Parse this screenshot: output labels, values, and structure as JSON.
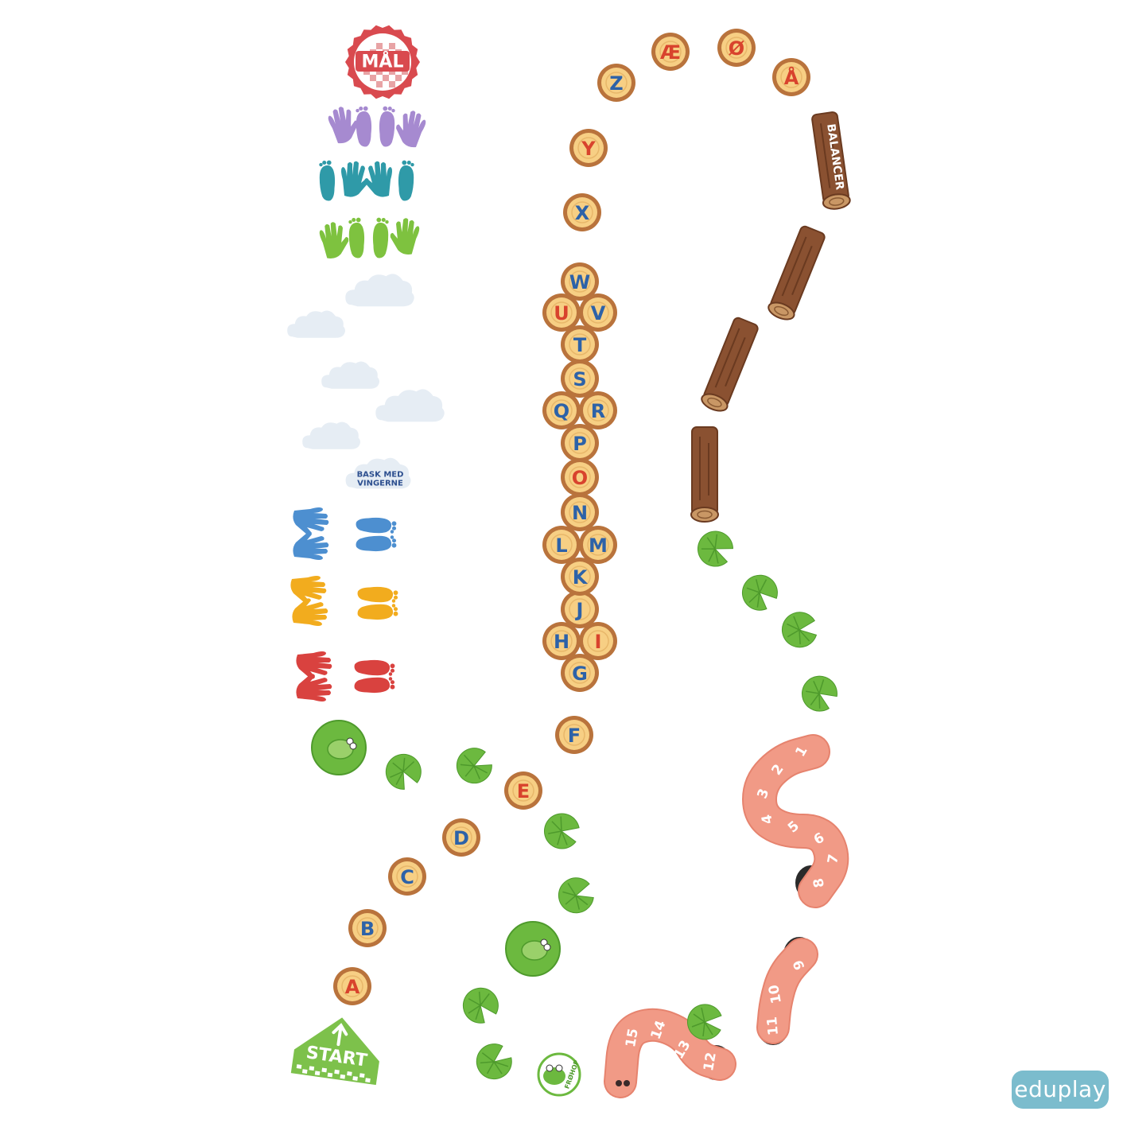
{
  "colors": {
    "stump_fill": "#f7cf84",
    "stump_ring": "#b9733c",
    "letter_blue": "#2d62a8",
    "letter_red": "#d8432d",
    "lily_green": "#6cb93f",
    "lily_dark": "#4e9a2c",
    "log_brown": "#8a5131",
    "worm_pink": "#f19a86",
    "cloud": "#e6edf4",
    "goal_red": "#d94a4f",
    "start_green": "#7dc14b",
    "hand_purple": "#a68ad0",
    "hand_teal": "#2f9aa8",
    "hand_green": "#7ec23f",
    "hand_blue": "#4d8fd0",
    "hand_yellow": "#f2ac1e",
    "hand_red": "#d9423f"
  },
  "goal": {
    "label": "MÅL"
  },
  "start": {
    "label": "START"
  },
  "balance_log": {
    "label": "BALANCER"
  },
  "cloud_sign": {
    "line1": "BASK MED",
    "line2": "VINGERNE"
  },
  "frog_badge": {
    "label": "FRØHOP"
  },
  "brand": {
    "logo": "eduplay"
  },
  "alphabet": [
    {
      "letter": "A",
      "color": "red"
    },
    {
      "letter": "B",
      "color": "blue"
    },
    {
      "letter": "C",
      "color": "blue"
    },
    {
      "letter": "D",
      "color": "blue"
    },
    {
      "letter": "E",
      "color": "red"
    },
    {
      "letter": "F",
      "color": "blue"
    },
    {
      "letter": "G",
      "color": "blue"
    },
    {
      "letter": "H",
      "color": "blue"
    },
    {
      "letter": "I",
      "color": "red"
    },
    {
      "letter": "J",
      "color": "blue"
    },
    {
      "letter": "K",
      "color": "blue"
    },
    {
      "letter": "L",
      "color": "blue"
    },
    {
      "letter": "M",
      "color": "blue"
    },
    {
      "letter": "N",
      "color": "blue"
    },
    {
      "letter": "O",
      "color": "red"
    },
    {
      "letter": "P",
      "color": "blue"
    },
    {
      "letter": "Q",
      "color": "blue"
    },
    {
      "letter": "R",
      "color": "blue"
    },
    {
      "letter": "S",
      "color": "blue"
    },
    {
      "letter": "T",
      "color": "blue"
    },
    {
      "letter": "U",
      "color": "red"
    },
    {
      "letter": "V",
      "color": "blue"
    },
    {
      "letter": "W",
      "color": "blue"
    },
    {
      "letter": "X",
      "color": "blue"
    },
    {
      "letter": "Y",
      "color": "red"
    },
    {
      "letter": "Z",
      "color": "blue"
    },
    {
      "letter": "Æ",
      "color": "red"
    },
    {
      "letter": "Ø",
      "color": "red"
    },
    {
      "letter": "Å",
      "color": "red"
    }
  ],
  "worm_numbers": [
    "1",
    "2",
    "3",
    "4",
    "5",
    "6",
    "7",
    "8",
    "9",
    "10",
    "11",
    "12",
    "13",
    "14",
    "15"
  ],
  "lily_pad_count": 14,
  "cloud_count": 5,
  "log_count": 4
}
